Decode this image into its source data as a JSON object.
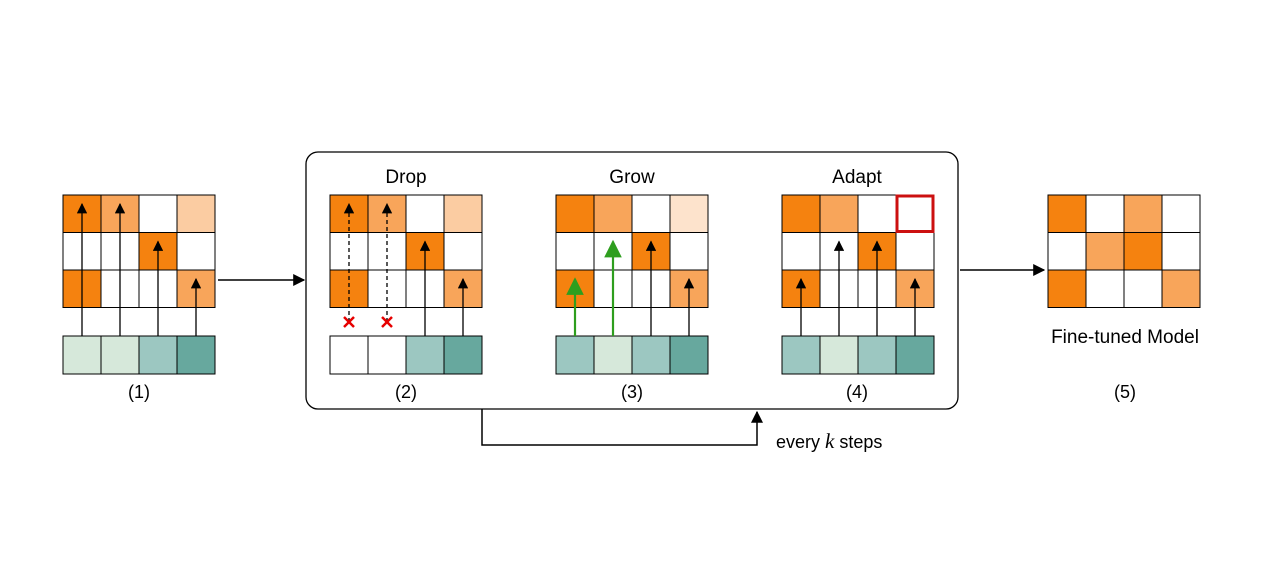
{
  "colors": {
    "orange_dark": "#F5820F",
    "orange_mid": "#F8A55A",
    "orange_light": "#FBCCA2",
    "orange_pale": "#FDE3CC",
    "teal_dark": "#67A89E",
    "teal_mid": "#9CC7C1",
    "teal_light": "#D6E8DA",
    "drop_mark": "#E60000",
    "grow_arrow": "#2E9E1E",
    "adapt_box": "#CC1010",
    "stroke": "#000000"
  },
  "panels": [
    {
      "label": "(1)",
      "title": "",
      "grid": [
        [
          "orange_dark",
          "orange_mid",
          "white",
          "orange_light"
        ],
        [
          "white",
          "white",
          "orange_dark",
          "white"
        ],
        [
          "orange_dark",
          "white",
          "white",
          "orange_mid"
        ]
      ],
      "inputs": [
        "teal_light",
        "teal_light",
        "teal_mid",
        "teal_dark"
      ]
    },
    {
      "label": "(2)",
      "title": "Drop",
      "grid": [
        [
          "orange_dark",
          "orange_mid",
          "white",
          "orange_light"
        ],
        [
          "white",
          "white",
          "orange_dark",
          "white"
        ],
        [
          "orange_dark",
          "white",
          "white",
          "orange_mid"
        ]
      ],
      "inputs": [
        "white",
        "white",
        "teal_mid",
        "teal_dark"
      ]
    },
    {
      "label": "(3)",
      "title": "Grow",
      "grid": [
        [
          "orange_dark",
          "orange_mid",
          "white",
          "orange_pale"
        ],
        [
          "white",
          "white",
          "orange_dark",
          "white"
        ],
        [
          "orange_dark",
          "white",
          "white",
          "orange_mid"
        ]
      ],
      "inputs": [
        "teal_mid",
        "teal_light",
        "teal_mid",
        "teal_dark"
      ]
    },
    {
      "label": "(4)",
      "title": "Adapt",
      "grid": [
        [
          "orange_dark",
          "orange_mid",
          "white",
          "white"
        ],
        [
          "white",
          "white",
          "orange_dark",
          "white"
        ],
        [
          "orange_dark",
          "white",
          "white",
          "orange_mid"
        ]
      ],
      "inputs": [
        "teal_mid",
        "teal_light",
        "teal_mid",
        "teal_dark"
      ]
    },
    {
      "label": "(5)",
      "title": "Fine-tuned Model",
      "grid": [
        [
          "orange_dark",
          "white",
          "orange_mid",
          "white"
        ],
        [
          "white",
          "orange_mid",
          "orange_dark",
          "white"
        ],
        [
          "orange_dark",
          "white",
          "white",
          "orange_mid"
        ]
      ],
      "inputs": []
    }
  ],
  "loop_label_prefix": "every ",
  "loop_label_var": "k",
  "loop_label_suffix": " steps"
}
